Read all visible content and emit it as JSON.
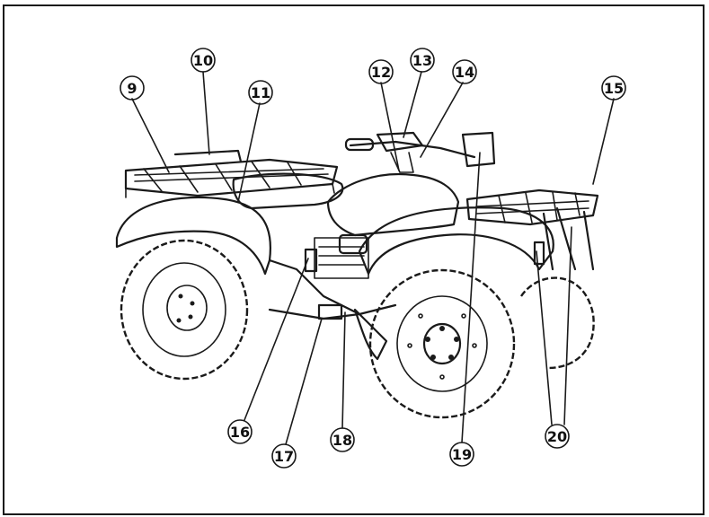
{
  "figure": {
    "callouts": [
      {
        "id": "9",
        "label": "9"
      },
      {
        "id": "10",
        "label": "10"
      },
      {
        "id": "11",
        "label": "11"
      },
      {
        "id": "12",
        "label": "12"
      },
      {
        "id": "13",
        "label": "13"
      },
      {
        "id": "14",
        "label": "14"
      },
      {
        "id": "15",
        "label": "15"
      },
      {
        "id": "16",
        "label": "16"
      },
      {
        "id": "17",
        "label": "17"
      },
      {
        "id": "18",
        "label": "18"
      },
      {
        "id": "19",
        "label": "19"
      },
      {
        "id": "20",
        "label": "20"
      }
    ]
  }
}
